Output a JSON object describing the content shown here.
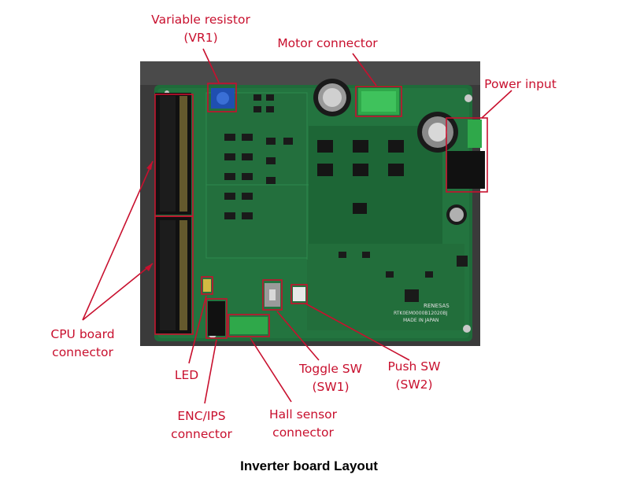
{
  "labels": {
    "variable_resistor": [
      "Variable resistor",
      "(VR1)"
    ],
    "motor_connector": "Motor connector",
    "power_input": "Power input",
    "cpu_board_connector": [
      "CPU board",
      "connector"
    ],
    "led": "LED",
    "enc_ips_connector": [
      "ENC/IPS",
      "connector"
    ],
    "hall_sensor_connector": [
      "Hall sensor",
      "connector"
    ],
    "toggle_sw": [
      "Toggle SW",
      "(SW1)"
    ],
    "push_sw": [
      "Push SW",
      "(SW2)"
    ]
  },
  "board_silkscreen": [
    "RENESAS",
    "RTK0EM0000B12020BJ",
    "MADE IN JAPAN"
  ],
  "caption": "Inverter board Layout",
  "colors": {
    "annotation": "#c8102e",
    "pcb": "#1f6b3a",
    "photo_background": "#3c3c3c"
  }
}
